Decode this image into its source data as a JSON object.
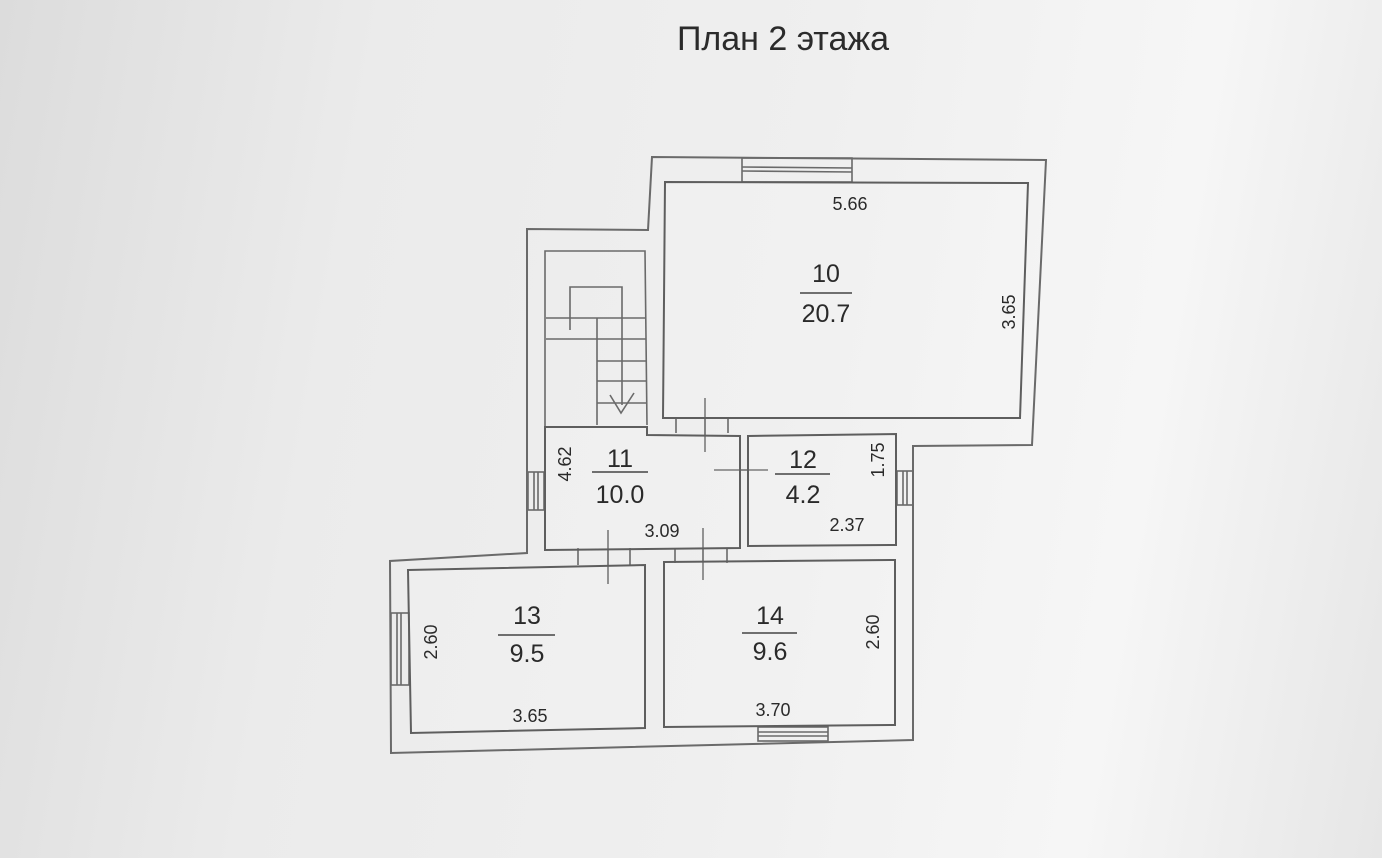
{
  "title": "План 2 этажа",
  "rooms": [
    {
      "number": "10",
      "area": "20.7",
      "width": "5.66",
      "length": "3.65"
    },
    {
      "number": "11",
      "area": "10.0",
      "width": "3.09",
      "length": "4.62"
    },
    {
      "number": "12",
      "area": "4.2",
      "width": "2.37",
      "length": "1.75"
    },
    {
      "number": "13",
      "area": "9.5",
      "width": "3.65",
      "length": "2.60"
    },
    {
      "number": "14",
      "area": "9.6",
      "width": "3.70",
      "length": "2.60"
    }
  ]
}
